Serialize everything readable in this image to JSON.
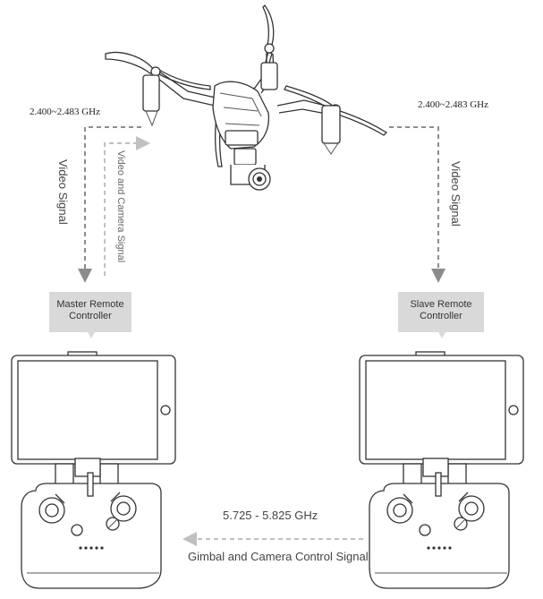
{
  "frequencies": {
    "left_video": "2.400~2.483 GHz",
    "right_video": "2.400~2.483 GHz",
    "control": "5.725 - 5.825 GHz"
  },
  "signals": {
    "left_video": "Video Signal",
    "video_camera": "Video and Camera Signal",
    "right_video": "Video Signal",
    "gimbal_camera": "Gimbal and Camera Control Signal"
  },
  "controllers": {
    "master": {
      "line1": "Master Remote",
      "line2": "Controller"
    },
    "slave": {
      "line1": "Slave Remote",
      "line2": "Controller"
    }
  },
  "colors": {
    "arrow_dark": "#8c8c8c",
    "arrow_light": "#c0c0c0",
    "label_box": "#d9d9d9"
  }
}
